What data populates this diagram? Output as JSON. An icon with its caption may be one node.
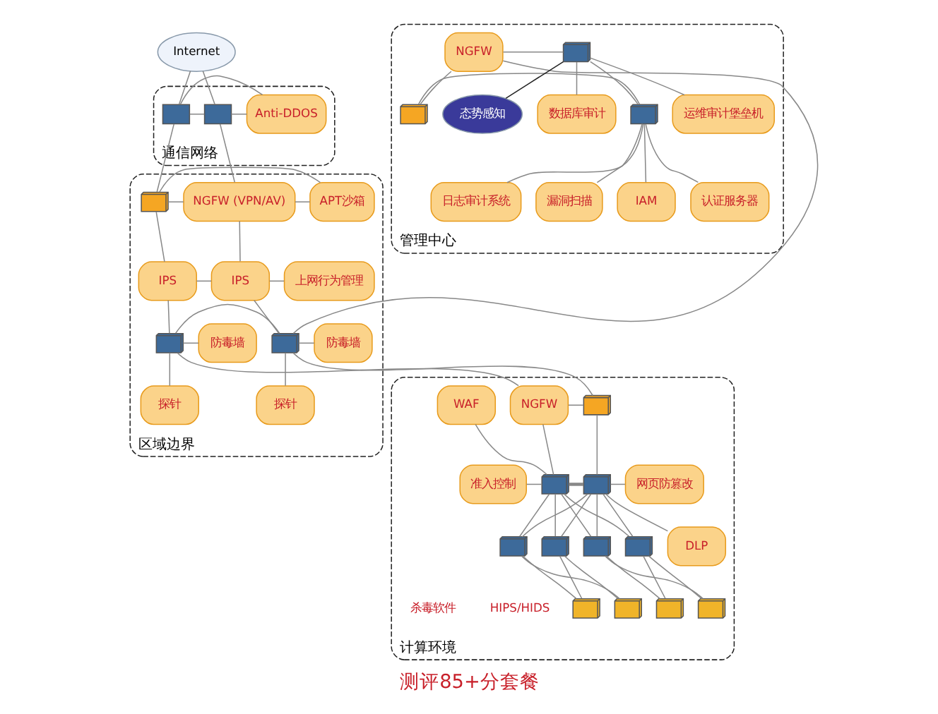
{
  "diagram": {
    "caption": "测评85+分套餐",
    "nodes": [
      {
        "text": [
          "Internet"
        ]
      },
      {
        "text": [
          "通信网络"
        ]
      },
      {
        "text": [],
        "shape": "box",
        "in": 1
      },
      {
        "text": [],
        "shape": "box",
        "in": 1
      },
      {
        "text": [
          "Anti-DDOS"
        ],
        "in": 1
      },
      {
        "text": [
          "区域边界"
        ]
      },
      {
        "text": [],
        "shape": "picture",
        "in": 5
      },
      {
        "text": [
          "NGFW (VPN/AV)"
        ],
        "in": 5
      },
      {
        "text": [
          "APT沙箱"
        ],
        "in": 5
      },
      {
        "text": [
          "IPS"
        ],
        "in": 5
      },
      {
        "text": [
          "IPS"
        ],
        "in": 5
      },
      {
        "text": [
          "上网行为管理"
        ],
        "in": 5
      },
      {
        "text": [],
        "shape": "picture",
        "in": 5
      },
      {
        "text": [],
        "shape": "picture",
        "in": 5
      },
      {
        "text": [
          "防毒墙"
        ],
        "in": 5
      },
      {
        "text": [
          "防毒墙"
        ],
        "in": 5
      },
      {
        "text": [
          "探针"
        ],
        "in": 5
      },
      {
        "text": [
          "探针"
        ],
        "in": 5
      },
      {
        "text": [
          "计算环境"
        ]
      },
      {
        "text": [
          "NGFW"
        ],
        "in": 18
      },
      {
        "text": [],
        "shape": "picture",
        "in": 18
      },
      {
        "text": [
          "准入控制"
        ],
        "in": 18
      },
      {
        "text": [
          "WAF"
        ],
        "in": 18
      },
      {
        "text": [],
        "shape": "picture",
        "in": 18
      },
      {
        "text": [],
        "shape": "picture",
        "in": 18
      },
      {
        "text": [
          "网页防篡改"
        ],
        "in": 18
      },
      {
        "text": [
          "DLP"
        ],
        "in": 18
      },
      {
        "text": [],
        "shape": "picture",
        "in": 18
      },
      {
        "text": [],
        "shape": "picture",
        "in": 18
      },
      {
        "text": [],
        "shape": "picture",
        "in": 18
      },
      {
        "text": [],
        "shape": "picture",
        "in": 18
      },
      {
        "text": [],
        "shape": "picture",
        "in": 18
      },
      {
        "text": [],
        "shape": "picture",
        "in": 18
      },
      {
        "text": [],
        "shape": "picture",
        "in": 18
      },
      {
        "text": [],
        "shape": "picture",
        "in": 18
      },
      {
        "text": [
          "管理中心"
        ]
      },
      {
        "text": [
          "NGFW"
        ],
        "in": 35
      },
      {
        "text": [],
        "shape": "picture",
        "in": 35
      },
      {
        "text": [],
        "shape": "picture",
        "in": 35
      },
      {
        "text": [],
        "shape": "picture",
        "in": 35
      },
      {
        "text": [
          "运维审计堡垒机"
        ],
        "in": 35
      },
      {
        "text": [
          "态势感知"
        ],
        "in": 35
      },
      {
        "text": [
          "数据库审计"
        ],
        "in": 35
      },
      {
        "text": [
          "日志审计系统"
        ],
        "in": 35
      },
      {
        "text": [
          "漏洞扫描"
        ],
        "in": 35
      },
      {
        "text": [
          "IAM"
        ],
        "in": 35
      },
      {
        "text": [
          "认证服务器"
        ],
        "in": 35
      }
    ],
    "edges": [
      {
        "from": 0,
        "to": 2,
        "arrow": "none"
      },
      {
        "from": 0,
        "to": 3,
        "arrow": "none"
      },
      {
        "from": 2,
        "to": 3,
        "arrow": "none"
      },
      {
        "from": 2,
        "to": 4,
        "arrow": "none"
      },
      {
        "from": 3,
        "to": 4,
        "arrow": "none"
      },
      {
        "from": 2,
        "to": 6,
        "arrow": "none"
      },
      {
        "from": 3,
        "to": 7,
        "arrow": "none"
      },
      {
        "from": 6,
        "to": 7,
        "arrow": "none"
      },
      {
        "from": 6,
        "to": 8,
        "arrow": "none"
      },
      {
        "from": 7,
        "to": 8,
        "arrow": "none"
      },
      {
        "from": 6,
        "to": 9,
        "arrow": "none"
      },
      {
        "from": 7,
        "to": 10,
        "arrow": "none"
      },
      {
        "from": 9,
        "to": 10,
        "arrow": "none"
      },
      {
        "from": 10,
        "to": 11,
        "arrow": "none"
      },
      {
        "from": 9,
        "to": 12,
        "arrow": "none"
      },
      {
        "from": 10,
        "to": 13,
        "arrow": "none"
      },
      {
        "from": 12,
        "to": 13,
        "arrow": "none"
      },
      {
        "from": 12,
        "to": 14,
        "arrow": "none"
      },
      {
        "from": 13,
        "to": 15,
        "arrow": "none"
      },
      {
        "from": 12,
        "to": 16,
        "arrow": "none"
      },
      {
        "from": 13,
        "to": 17,
        "arrow": "none"
      },
      {
        "from": 13,
        "to": 36,
        "arrow": "none"
      },
      {
        "from": 12,
        "to": 19,
        "arrow": "none"
      },
      {
        "from": 13,
        "to": 20,
        "arrow": "none"
      },
      {
        "from": 19,
        "to": 20,
        "arrow": "none"
      },
      {
        "from": 19,
        "to": 23,
        "arrow": "none"
      },
      {
        "from": 20,
        "to": 24,
        "arrow": "none"
      },
      {
        "from": 23,
        "to": 24,
        "arrow": "none",
        "style": "thick"
      },
      {
        "from": 21,
        "to": 23,
        "arrow": "none"
      },
      {
        "from": 22,
        "to": 23,
        "arrow": "none"
      },
      {
        "from": 24,
        "to": 25,
        "arrow": "none"
      },
      {
        "from": 24,
        "to": 26,
        "arrow": "none"
      },
      {
        "from": 23,
        "to": 27,
        "arrow": "none"
      },
      {
        "from": 23,
        "to": 28,
        "arrow": "none"
      },
      {
        "from": 23,
        "to": 29,
        "arrow": "none"
      },
      {
        "from": 23,
        "to": 30,
        "arrow": "none"
      },
      {
        "from": 24,
        "to": 27,
        "arrow": "none"
      },
      {
        "from": 24,
        "to": 28,
        "arrow": "none"
      },
      {
        "from": 24,
        "to": 29,
        "arrow": "none"
      },
      {
        "from": 24,
        "to": 30,
        "arrow": "none"
      },
      {
        "from": 27,
        "to": 31,
        "arrow": "none"
      },
      {
        "from": 27,
        "to": 32,
        "arrow": "none"
      },
      {
        "from": 28,
        "to": 31,
        "arrow": "none"
      },
      {
        "from": 28,
        "to": 32,
        "arrow": "none"
      },
      {
        "from": 29,
        "to": 33,
        "arrow": "none"
      },
      {
        "from": 29,
        "to": 34,
        "arrow": "none"
      },
      {
        "from": 30,
        "to": 33,
        "arrow": "none"
      },
      {
        "from": 30,
        "to": 34,
        "arrow": "none"
      },
      {
        "from": 36,
        "to": 37,
        "arrow": "none"
      },
      {
        "from": 36,
        "to": 38,
        "arrow": "none"
      },
      {
        "from": 37,
        "to": 39,
        "arrow": "none"
      },
      {
        "from": 38,
        "to": 39,
        "arrow": "none"
      },
      {
        "from": 38,
        "to": 40,
        "arrow": "none"
      },
      {
        "from": 38,
        "to": 41,
        "arrow": "none",
        "color": "#222222"
      },
      {
        "from": 38,
        "to": 42,
        "arrow": "none"
      },
      {
        "from": 39,
        "to": 43,
        "arrow": "none"
      },
      {
        "from": 39,
        "to": 44,
        "arrow": "none"
      },
      {
        "from": 39,
        "to": 45,
        "arrow": "none"
      },
      {
        "from": 39,
        "to": 46,
        "arrow": "none"
      }
    ],
    "labels": [
      "HIPS/HIDS",
      "杀毒软件"
    ]
  }
}
